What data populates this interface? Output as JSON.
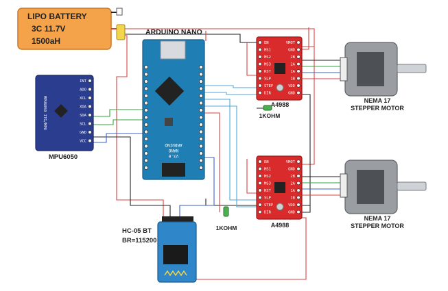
{
  "battery": {
    "line1": "LIPO BATTERY",
    "line2": "3C 11.7V",
    "line3": "1500aH",
    "color": "#f5a34a"
  },
  "arduino": {
    "title": "ARDUINO NANO",
    "board_text": [
      "ARDUINO",
      "NANO",
      "V3.0"
    ],
    "color": "#1f7fb5"
  },
  "mpu": {
    "label": "MPU6050",
    "chip_text": "MPU6050 ITG/MPU",
    "pins": [
      "INT",
      "ADO",
      "XCL",
      "XDA",
      "SDA",
      "SCL",
      "GND",
      "VCC"
    ],
    "color": "#2b3d8f"
  },
  "driver_top": {
    "label": "A4988",
    "left_pins": [
      "EN",
      "MS1",
      "MS2",
      "MS3",
      "RST",
      "SLP",
      "STEP",
      "DIR"
    ],
    "right_pins": [
      "VMOT",
      "GND",
      "2B",
      "2A",
      "1A",
      "1B",
      "VDD",
      "GND"
    ],
    "color": "#d92b2b"
  },
  "driver_bottom": {
    "label": "A4988",
    "left_pins": [
      "EN",
      "MS1",
      "MS2",
      "MS3",
      "RST",
      "SLP",
      "STEP",
      "DIR"
    ],
    "right_pins": [
      "VMOT",
      "GND",
      "2B",
      "2A",
      "1A",
      "1B",
      "VDD",
      "GND"
    ],
    "color": "#d92b2b"
  },
  "resistor_top": {
    "label": "1KOHM"
  },
  "resistor_bottom": {
    "label": "1KOHM"
  },
  "motor_top": {
    "line1": "NEMA 17",
    "line2": "STEPPER MOTOR"
  },
  "motor_bottom": {
    "line1": "NEMA 17",
    "line2": "STEPPER MOTOR"
  },
  "bluetooth": {
    "line1": "HC-05 BT",
    "line2": "BR=115200",
    "color": "#2f86c8"
  },
  "wire_colors": {
    "red": "#d94040",
    "black": "#222222",
    "blue": "#3a5fcd",
    "green": "#2eaa3a",
    "cyan": "#4fa9d8"
  }
}
